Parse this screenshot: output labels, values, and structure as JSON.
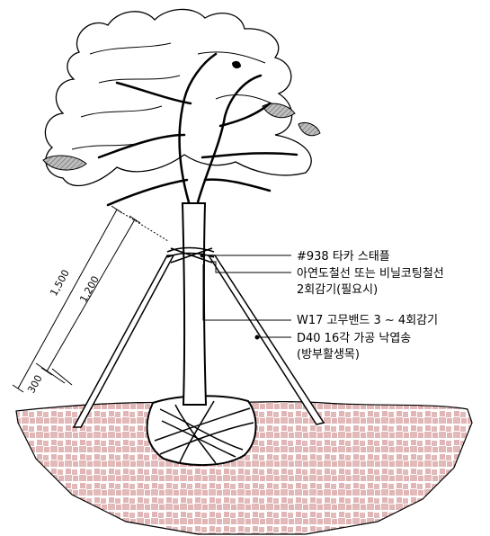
{
  "annotations": {
    "staple": "#938 타카 스태플",
    "wire_line1": "아연도철선 또는 비닐코팅철선",
    "wire_line2": "2회감기(필요시)",
    "rubber_band": "W17 고무밴드 3 ~ 4회감기",
    "pole_line1": "D40 16각 가공 낙엽송",
    "pole_line2": "(방부활생목)"
  },
  "dimensions": {
    "total": "1,500",
    "upper": "1,200",
    "lower": "300"
  },
  "colors": {
    "line": "#000000",
    "soil_pattern": "#b03a3a",
    "foliage_shade": "#7a7a7a",
    "background": "#ffffff"
  }
}
